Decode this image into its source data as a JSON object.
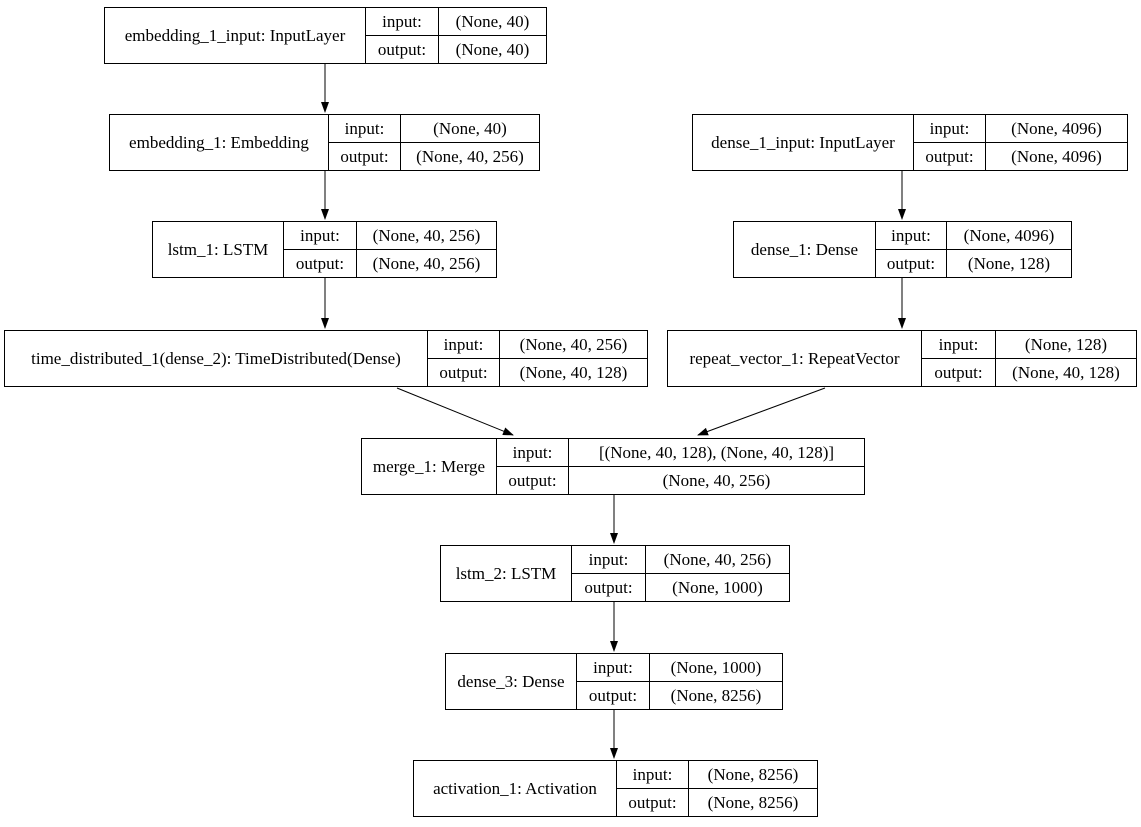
{
  "diagram": {
    "io_labels": {
      "input": "input:",
      "output": "output:"
    },
    "colors": {
      "border": "#000000",
      "background": "#ffffff",
      "text": "#000000"
    },
    "nodes": [
      {
        "id": "embedding_1_input",
        "name": "embedding_1_input: InputLayer",
        "input_shape": "(None, 40)",
        "output_shape": "(None, 40)"
      },
      {
        "id": "embedding_1",
        "name": "embedding_1: Embedding",
        "input_shape": "(None, 40)",
        "output_shape": "(None, 40, 256)"
      },
      {
        "id": "lstm_1",
        "name": "lstm_1: LSTM",
        "input_shape": "(None, 40, 256)",
        "output_shape": "(None, 40, 256)"
      },
      {
        "id": "time_distributed_1",
        "name": "time_distributed_1(dense_2): TimeDistributed(Dense)",
        "input_shape": "(None, 40, 256)",
        "output_shape": "(None, 40, 128)"
      },
      {
        "id": "dense_1_input",
        "name": "dense_1_input: InputLayer",
        "input_shape": "(None, 4096)",
        "output_shape": "(None, 4096)"
      },
      {
        "id": "dense_1",
        "name": "dense_1: Dense",
        "input_shape": "(None, 4096)",
        "output_shape": "(None, 128)"
      },
      {
        "id": "repeat_vector_1",
        "name": "repeat_vector_1: RepeatVector",
        "input_shape": "(None, 128)",
        "output_shape": "(None, 40, 128)"
      },
      {
        "id": "merge_1",
        "name": "merge_1: Merge",
        "input_shape": "[(None, 40, 128), (None, 40, 128)]",
        "output_shape": "(None, 40, 256)"
      },
      {
        "id": "lstm_2",
        "name": "lstm_2: LSTM",
        "input_shape": "(None, 40, 256)",
        "output_shape": "(None, 1000)"
      },
      {
        "id": "dense_3",
        "name": "dense_3: Dense",
        "input_shape": "(None, 1000)",
        "output_shape": "(None, 8256)"
      },
      {
        "id": "activation_1",
        "name": "activation_1: Activation",
        "input_shape": "(None, 8256)",
        "output_shape": "(None, 8256)"
      }
    ],
    "edges": [
      {
        "from": "embedding_1_input",
        "to": "embedding_1"
      },
      {
        "from": "embedding_1",
        "to": "lstm_1"
      },
      {
        "from": "lstm_1",
        "to": "time_distributed_1"
      },
      {
        "from": "dense_1_input",
        "to": "dense_1"
      },
      {
        "from": "dense_1",
        "to": "repeat_vector_1"
      },
      {
        "from": "time_distributed_1",
        "to": "merge_1"
      },
      {
        "from": "repeat_vector_1",
        "to": "merge_1"
      },
      {
        "from": "merge_1",
        "to": "lstm_2"
      },
      {
        "from": "lstm_2",
        "to": "dense_3"
      },
      {
        "from": "dense_3",
        "to": "activation_1"
      }
    ]
  }
}
